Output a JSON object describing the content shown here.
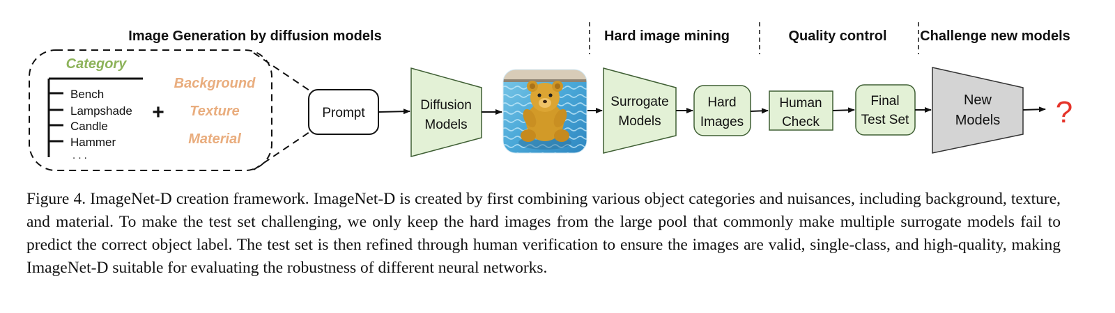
{
  "sections": {
    "generation": "Image Generation by diffusion models",
    "mining": "Hard image mining",
    "quality": "Quality control",
    "challenge": "Challenge new models"
  },
  "category_panel": {
    "header": "Category",
    "items": [
      "Bench",
      "Lampshade",
      "Candle",
      "Hammer",
      ". . ."
    ],
    "plus": "+",
    "nuisances": [
      "Background",
      "Texture",
      "Material"
    ]
  },
  "nodes": {
    "prompt": "Prompt",
    "diffusion": [
      "Diffusion",
      "Models"
    ],
    "surrogate": [
      "Surrogate",
      "Models"
    ],
    "hard_images": [
      "Hard",
      "Images"
    ],
    "human_check": [
      "Human",
      "Check"
    ],
    "final_test_set": [
      "Final",
      "Test Set"
    ],
    "new_models": [
      "New",
      "Models"
    ],
    "unknown": "?"
  },
  "image_description": "teddy-bear-in-pool",
  "colors": {
    "category_green": "#8db35a",
    "nuisance_orange": "#e9ad7e",
    "node_green_fill": "#e3f1d6",
    "node_green_stroke": "#3f5f34",
    "new_models_fill": "#d4d4d4",
    "question_red": "#e5342a"
  },
  "caption": {
    "label": "Figure 4.",
    "text": "ImageNet-D creation framework. ImageNet-D is created by first combining various object categories and nuisances, including background, texture, and material. To make the test set challenging, we only keep the hard images from the large pool that commonly make multiple surrogate models fail to predict the correct object label. The test set is then refined through human verification to ensure the images are valid, single-class, and high-quality, making ImageNet-D suitable for evaluating the robustness of different neural networks."
  }
}
